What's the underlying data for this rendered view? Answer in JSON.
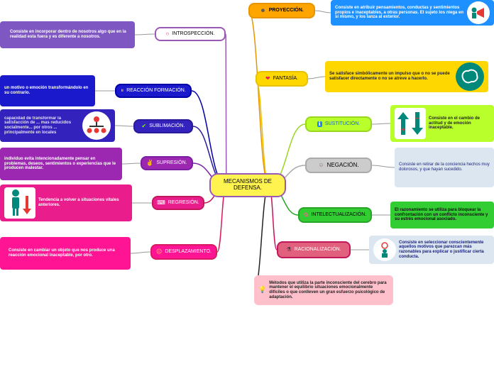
{
  "center": {
    "title": "MECANISMOS DE DEFENSA."
  },
  "left": [
    {
      "id": "introspeccion",
      "label": "INTROSPECCIÓN.",
      "icon": "ring-icon",
      "glyph": "○",
      "color": "#9b59b6",
      "description": "Consiste en incorporar dentro de nosotros algo que en la realidad esta fuera y es diferente a nosotros.",
      "desc_color": "#7e57c2"
    },
    {
      "id": "reaccion",
      "label": "REACCIÓN FORMACIÓN.",
      "icon": "pause-icon",
      "glyph": "⏸",
      "color": "#2222cc",
      "description": "un motivo o emoción transformándolo en su contrario.",
      "desc_color": "#1a1acc"
    },
    {
      "id": "sublimacion",
      "label": "SUBLIMACIÓN.",
      "icon": "check-icon",
      "glyph": "✔",
      "color": "#3322bb",
      "description": "capacidad de transformar la satisfacción de ... mas reducidos socialmente... por otros ... principalmente en locales",
      "desc_color": "#3322bb"
    },
    {
      "id": "supresion",
      "label": "SUPRESIÓN.",
      "icon": "hands-icon",
      "glyph": "✌",
      "color": "#9c27b0",
      "description": "individuo evita intencionadamente pensar en problemas, deseos, sentimientos o experiencias que le producen malestar.",
      "desc_color": "#9c27b0"
    },
    {
      "id": "regresion",
      "label": "REGRESIÓN.",
      "icon": "keyboard-icon",
      "glyph": "⌨",
      "color": "#e91e8c",
      "description": "Tendencia a volver a situaciones vitales anteriores.",
      "desc_color": "#e91e8c"
    },
    {
      "id": "desplazamiento",
      "label": "DESPLAZAMIENTO.",
      "icon": "face-icon",
      "glyph": "☹",
      "color": "#ff1493",
      "description": "Consiste en cambiar un objeto que nos produce una reacción emocional inaceptable, por otro.",
      "desc_color": "#ff1493"
    }
  ],
  "right": [
    {
      "id": "proyeccion",
      "label": "PROYECCIÓN.",
      "icon": "head-icon",
      "glyph": "☻",
      "color": "#ffa500",
      "description": "Consiste en atribuir pensamientos, conductas y sentimientos propios e inaceptables, a otras personas. El sujeto los niega en sí mismo, y los lanza al exterior.",
      "desc_color": "#1e90ff"
    },
    {
      "id": "fantasia",
      "label": "FANTASÍA.",
      "icon": "lips-icon",
      "glyph": "❤",
      "color": "#ffd700",
      "description": "Se satisface simbólicamente un impulso que o no se puede satisfacer directamente o no se atreve a hacerlo.",
      "desc_color": "#ffd700"
    },
    {
      "id": "sustitucion",
      "label": "SUSTITUCIÓN.",
      "icon": "info-icon",
      "glyph": "ℹ",
      "color": "#b8ff2b",
      "description": "Consiste en el cambio de actitud y de emoción inaceptable.",
      "desc_color": "#b8ff2b"
    },
    {
      "id": "negacion",
      "label": "NEGACIÓN.",
      "icon": "people-icon",
      "glyph": "☺",
      "color": "#cccccc",
      "description": "Consiste en retirar de la conciencia hechos muy dolorosos, y que hayan sucedido.",
      "desc_color": "#dce6f0"
    },
    {
      "id": "intelectualizacion",
      "label": "INTELECTUALIZACIÓN.",
      "icon": "brain-icon",
      "glyph": "✿",
      "color": "#32cd32",
      "description": "El razonamiento se utiliza para bloquear la confrontación con un conflicto inconsciente y su estrés emocional asociado.",
      "desc_color": "#32cd32"
    },
    {
      "id": "racionalizacion",
      "label": "RACIONALIZACIÓN.",
      "icon": "flask-icon",
      "glyph": "⚗",
      "color": "#e0607e",
      "description": "Consiste en seleccionar conscientemente aquellos motivos que parezcan más razonables para explicar o justificar cierta conducta.",
      "desc_color": "#dce6f0"
    }
  ],
  "note": {
    "icon": "bulb-icon",
    "glyph": "💡",
    "text": "Métodos que utiliza la parte inconsciente del cerebro para mantener el equilibrio situaciones emocionalmente difíciles o que conlleven un gran esfuerzo psicológico de adaptación.",
    "color": "#ffc0cb"
  }
}
